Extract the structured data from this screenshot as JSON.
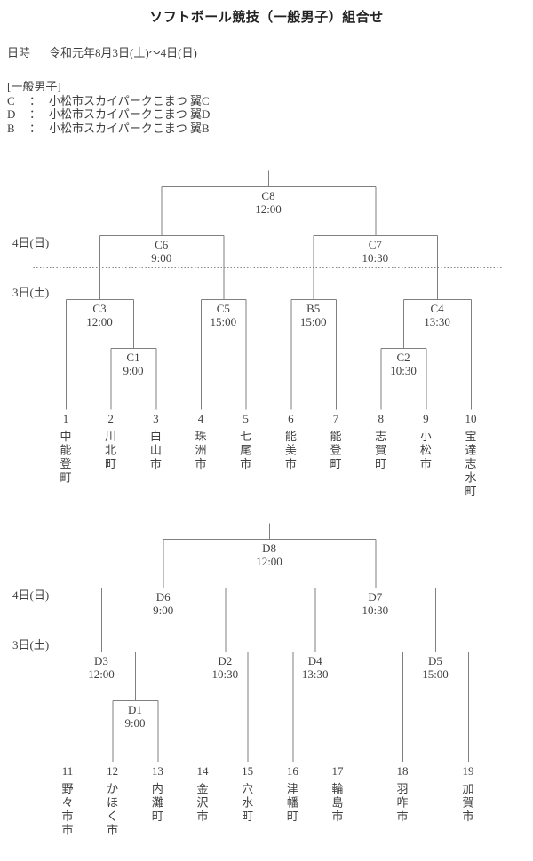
{
  "colors": {
    "line": "#7f7f7f",
    "text": "#3f3f3f",
    "title": "#222222",
    "dotted": "#888888"
  },
  "header": {
    "title": "ソフトボール競技（一般男子）組合せ",
    "date_label": "日時",
    "date_value": "令和元年8月3日(土)～4日(日)",
    "category_heading": "[一般男子]",
    "legend_separator": "：",
    "legend": [
      {
        "code": "C",
        "venue": "小松市スカイパークこまつ 翼C"
      },
      {
        "code": "D",
        "venue": "小松市スカイパークこまつ 翼D"
      },
      {
        "code": "B",
        "venue": "小松市スカイパークこまつ 翼B"
      }
    ]
  },
  "brackets": [
    {
      "name": "block-1",
      "day_labels": [
        "4日(日)",
        "3日(土)"
      ],
      "teams": [
        {
          "id": "t1",
          "num": "1",
          "name": "中能登町"
        },
        {
          "id": "t2",
          "num": "2",
          "name": "川北町"
        },
        {
          "id": "t3",
          "num": "3",
          "name": "白山市"
        },
        {
          "id": "t4",
          "num": "4",
          "name": "珠洲市"
        },
        {
          "id": "t5",
          "num": "5",
          "name": "七尾市"
        },
        {
          "id": "t6",
          "num": "6",
          "name": "能美市"
        },
        {
          "id": "t7",
          "num": "7",
          "name": "能登町"
        },
        {
          "id": "t8",
          "num": "8",
          "name": "志賀町"
        },
        {
          "id": "t9",
          "num": "9",
          "name": "小松市"
        },
        {
          "id": "t10",
          "num": "10",
          "name": "宝達志水町"
        }
      ],
      "matches": [
        {
          "id": "C1",
          "time": "9:00",
          "row": 3,
          "children": [
            "t2",
            "t3"
          ]
        },
        {
          "id": "C2",
          "time": "10:30",
          "row": 3,
          "children": [
            "t8",
            "t9"
          ]
        },
        {
          "id": "C3",
          "time": "12:00",
          "row": 2,
          "children": [
            "t1",
            "C1"
          ]
        },
        {
          "id": "C5",
          "time": "15:00",
          "row": 2,
          "children": [
            "t4",
            "t5"
          ]
        },
        {
          "id": "B5",
          "time": "15:00",
          "row": 2,
          "children": [
            "t6",
            "t7"
          ]
        },
        {
          "id": "C4",
          "time": "13:30",
          "row": 2,
          "children": [
            "C2",
            "t10"
          ]
        },
        {
          "id": "C6",
          "time": "9:00",
          "row": 1,
          "children": [
            "C3",
            "C5"
          ]
        },
        {
          "id": "C7",
          "time": "10:30",
          "row": 1,
          "children": [
            "B5",
            "C4"
          ]
        },
        {
          "id": "C8",
          "time": "12:00",
          "row": 0,
          "children": [
            "C6",
            "C7"
          ],
          "final": true
        }
      ]
    },
    {
      "name": "block-2",
      "day_labels": [
        "4日(日)",
        "3日(土)"
      ],
      "teams": [
        {
          "id": "t11",
          "num": "11",
          "name": "野々市市"
        },
        {
          "id": "t12",
          "num": "12",
          "name": "かほく市"
        },
        {
          "id": "t13",
          "num": "13",
          "name": "内灘町"
        },
        {
          "id": "t14",
          "num": "14",
          "name": "金沢市"
        },
        {
          "id": "t15",
          "num": "15",
          "name": "穴水町"
        },
        {
          "id": "t16",
          "num": "16",
          "name": "津幡町"
        },
        {
          "id": "t17",
          "num": "17",
          "name": "輪島市"
        },
        {
          "id": "t18",
          "num": "18",
          "name": "羽咋市"
        },
        {
          "id": "t19",
          "num": "19",
          "name": "加賀市"
        }
      ],
      "matches": [
        {
          "id": "D1",
          "time": "9:00",
          "row": 3,
          "children": [
            "t12",
            "t13"
          ]
        },
        {
          "id": "D3",
          "time": "12:00",
          "row": 2,
          "children": [
            "t11",
            "D1"
          ]
        },
        {
          "id": "D2",
          "time": "10:30",
          "row": 2,
          "children": [
            "t14",
            "t15"
          ]
        },
        {
          "id": "D4",
          "time": "13:30",
          "row": 2,
          "children": [
            "t16",
            "t17"
          ]
        },
        {
          "id": "D5",
          "time": "15:00",
          "row": 2,
          "children": [
            "t18",
            "t19"
          ]
        },
        {
          "id": "D6",
          "time": "9:00",
          "row": 1,
          "children": [
            "D3",
            "D2"
          ]
        },
        {
          "id": "D7",
          "time": "10:30",
          "row": 1,
          "children": [
            "D4",
            "D5"
          ]
        },
        {
          "id": "D8",
          "time": "12:00",
          "row": 0,
          "children": [
            "D6",
            "D7"
          ],
          "final": true
        }
      ]
    }
  ]
}
